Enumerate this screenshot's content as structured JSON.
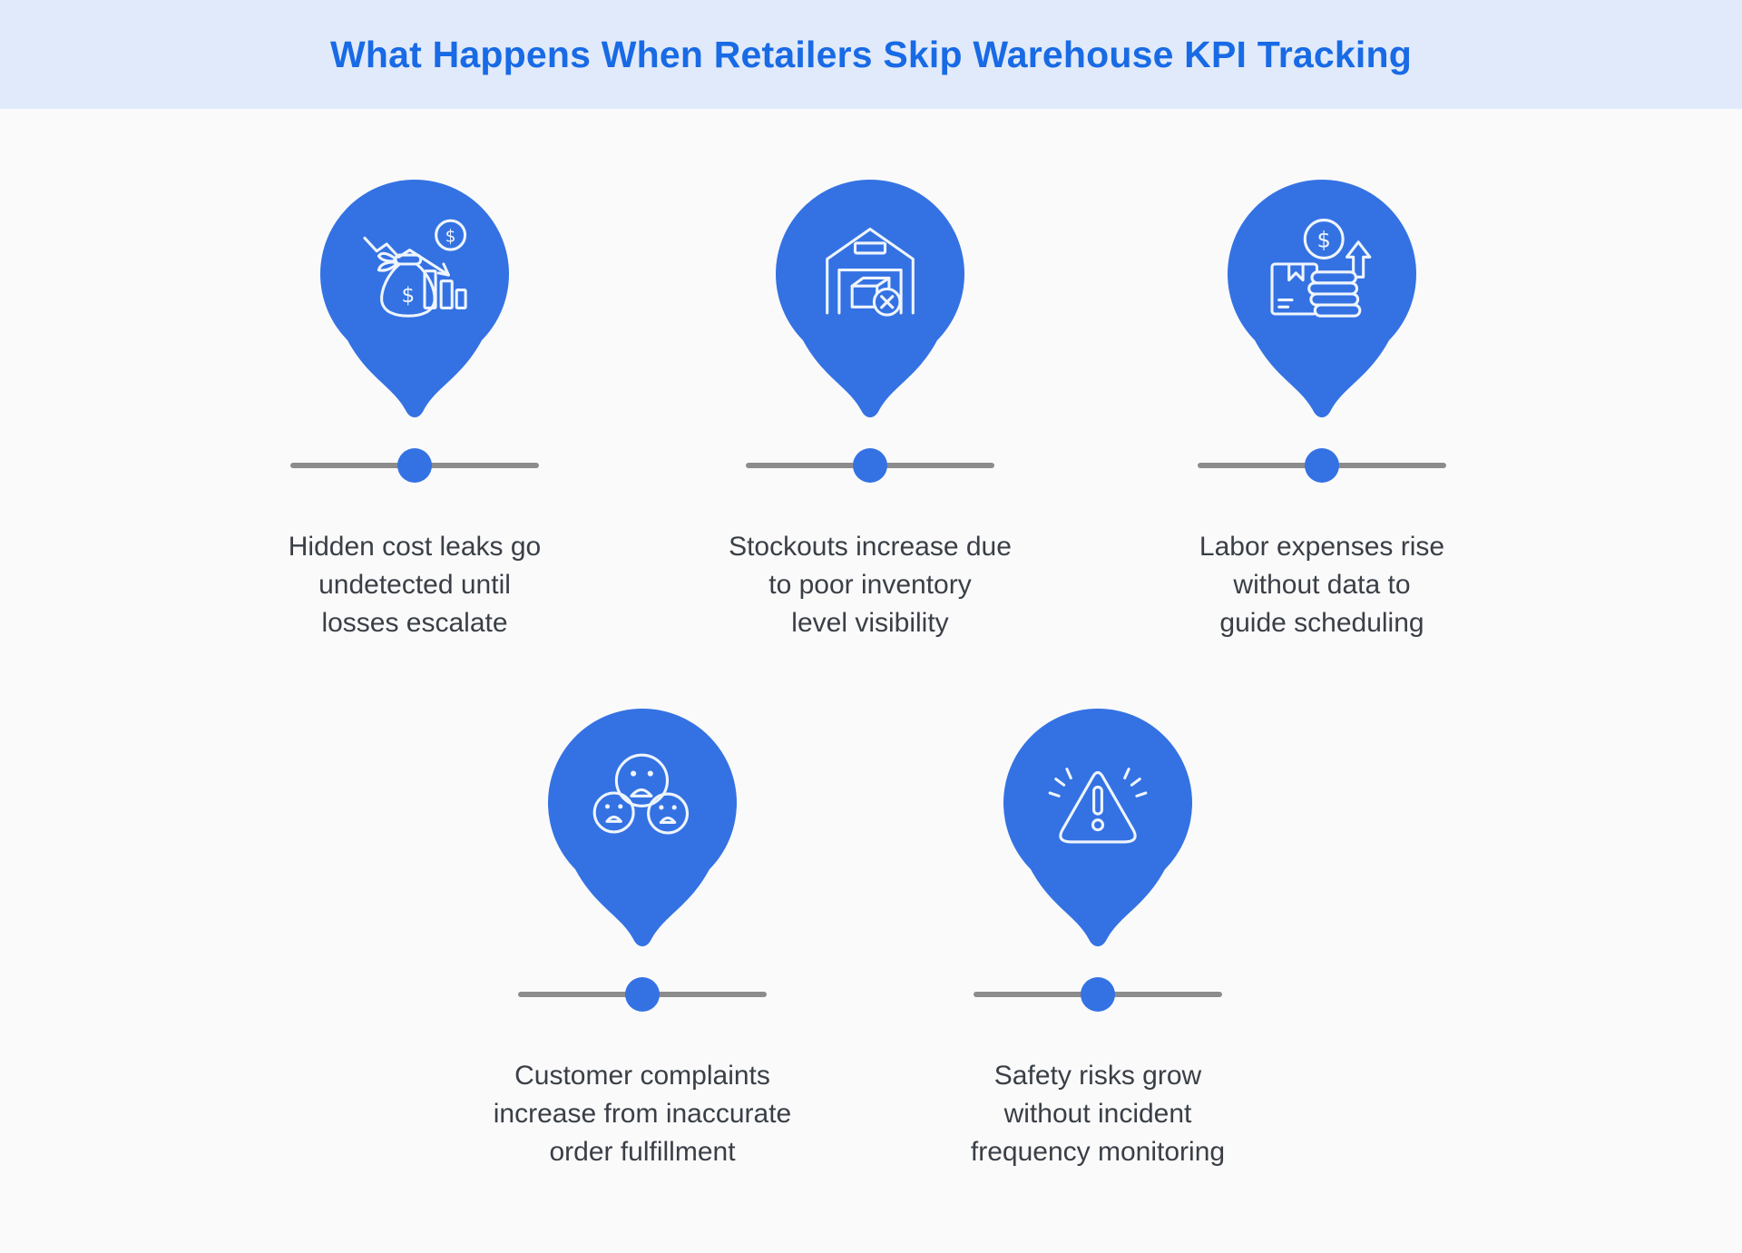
{
  "header": {
    "title": "What Happens When Retailers Skip Warehouse KPI Tracking",
    "background": "#e1eafa",
    "title_color": "#186ae5"
  },
  "palette": {
    "page_background": "#fafafb",
    "pin_blue": "#3472e3",
    "icon_stroke": "#eff5fd",
    "track_gray": "#8c8c8c",
    "dot_blue": "#3472e3",
    "caption_color": "#3a3f46"
  },
  "icons": {
    "currency_symbol": "$"
  },
  "cards": [
    {
      "icon": "declining-profit-icon",
      "caption": "Hidden cost leaks go\nundetected until\nlosses escalate"
    },
    {
      "icon": "warehouse-stockout-icon",
      "caption": "Stockouts increase due\nto poor inventory\nlevel visibility"
    },
    {
      "icon": "rising-labor-cost-icon",
      "caption": "Labor expenses rise\nwithout data to\nguide scheduling"
    },
    {
      "icon": "unhappy-customers-icon",
      "caption": "Customer complaints\nincrease from inaccurate\norder fulfillment"
    },
    {
      "icon": "safety-warning-icon",
      "caption": "Safety risks grow\nwithout incident\nfrequency monitoring"
    }
  ]
}
